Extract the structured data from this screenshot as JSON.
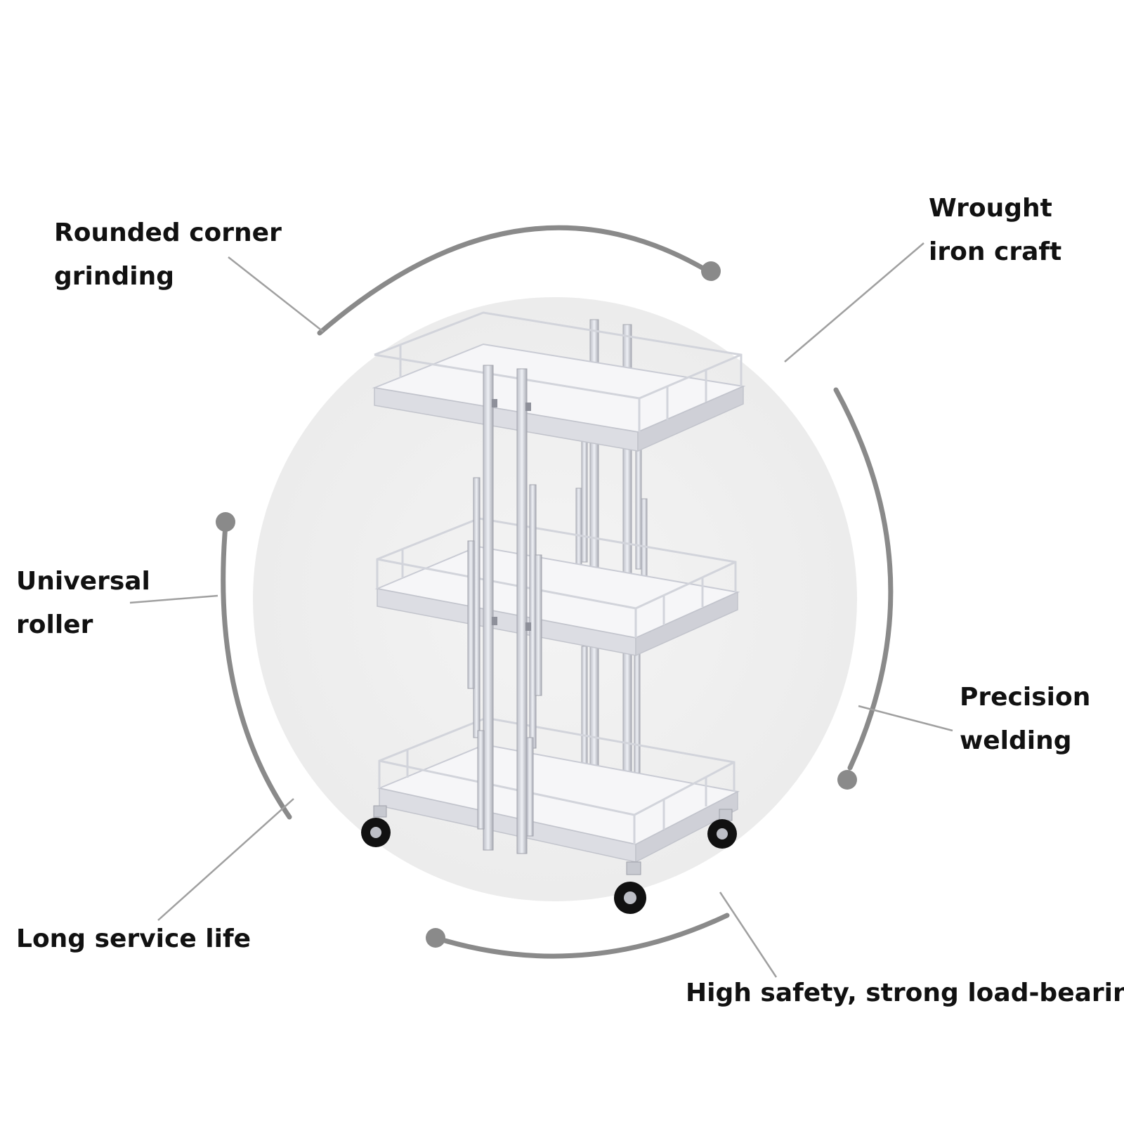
{
  "features": {
    "rounded_corner": {
      "lines": [
        "Rounded corner",
        "grinding"
      ]
    },
    "wrought_iron": {
      "lines": [
        "Wrought",
        "iron craft"
      ]
    },
    "universal_roller": {
      "lines": [
        "Universal",
        "roller"
      ]
    },
    "precision_welding": {
      "lines": [
        "Precision",
        "welding"
      ]
    },
    "long_service": {
      "lines": [
        "Long service life"
      ]
    },
    "high_safety": {
      "lines": [
        "High safety, strong load-bearing"
      ]
    }
  },
  "colors": {
    "background": "#ffffff",
    "circle": "#efefef",
    "arc": "#8a8a8a",
    "leader": "#a0a0a0",
    "label": "#111111",
    "frame": "#c9cbd4",
    "wheel": "#111111"
  }
}
